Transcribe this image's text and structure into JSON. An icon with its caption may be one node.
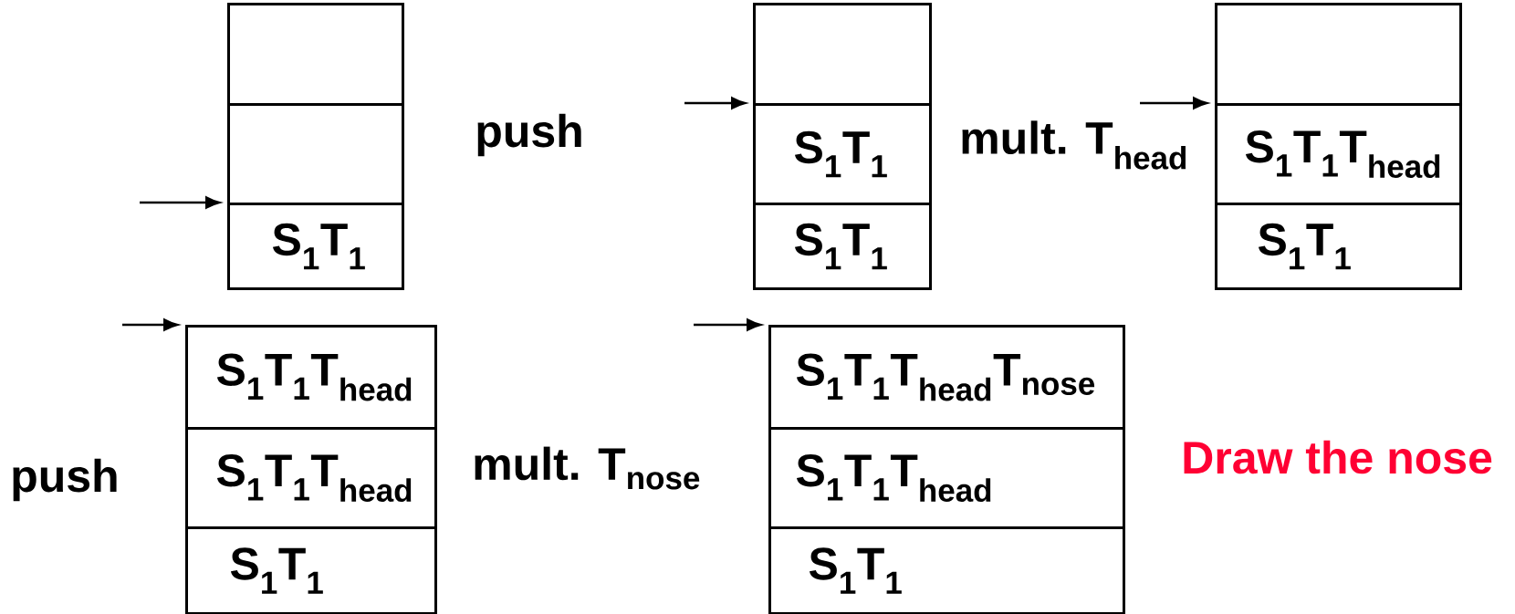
{
  "diagram": {
    "nodes": [
      {
        "text": [],
        "shape": "box"
      },
      {
        "text": [],
        "shape": "box"
      },
      {
        "text": [
          "S$_{1}$T$_{1}$"
        ]
      },
      {
        "text": [],
        "shape": "box"
      },
      {
        "text": [
          "S$_{1}$T$_{1}$"
        ]
      },
      {
        "text": [
          "S$_{1}$T$_{1}$"
        ]
      },
      {
        "text": [],
        "shape": "box"
      },
      {
        "text": [
          "S$_{1}$T$_{1}$T$_{head}$"
        ]
      },
      {
        "text": [
          "S$_{1}$T$_{1}$"
        ]
      },
      {
        "text": [
          "S$_{1}$T$_{1}$T$_{head}$"
        ]
      },
      {
        "text": [
          "S$_{1}$T$_{1}$T$_{head}$"
        ]
      },
      {
        "text": [
          "S$_{1}$T$_{1}$"
        ]
      },
      {
        "text": [
          "S$_{1}$T$_{1}$T$_{head}$T$_{nose}$"
        ]
      },
      {
        "text": [
          "S$_{1}$T$_{1}$T$_{head}$"
        ]
      },
      {
        "text": [
          "S$_{1}$T$_{1}$"
        ]
      }
    ],
    "edges": [
      {
        "from": null,
        "to": 2,
        "arrow": "to"
      },
      {
        "from": null,
        "to": 4,
        "arrow": "to"
      },
      {
        "from": null,
        "to": 7,
        "arrow": "to"
      },
      {
        "from": null,
        "to": 9,
        "arrow": "to"
      },
      {
        "from": null,
        "to": 12,
        "arrow": "to"
      }
    ],
    "labels": [
      "push",
      "mult. T$_{head}$",
      "push",
      "mult. T$_{nose}$",
      "Draw the nose"
    ]
  }
}
